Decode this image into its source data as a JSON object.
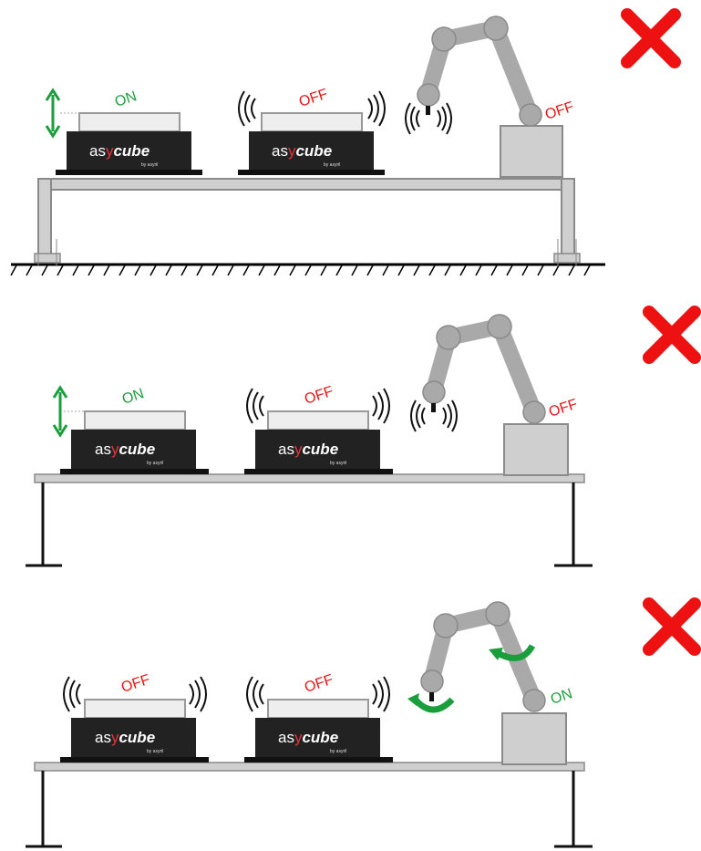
{
  "brand": {
    "prefix": "as",
    "y": "y",
    "suffix": "cube",
    "sub": "by asyril"
  },
  "colors": {
    "on": "#1a9e3c",
    "off": "#ee1111",
    "feeder_body": "#222222",
    "platform": "#eeeeee",
    "robot": "#a9a9a9",
    "table": "#cfcfcf",
    "cross": "#ee1111"
  },
  "scenarios": [
    {
      "support": "frame-on-ground",
      "result_icon": "cross-icon",
      "feeder1": {
        "status": "ON",
        "state": "on",
        "motion": "vertical-arrow-icon"
      },
      "feeder2": {
        "status": "OFF",
        "state": "off",
        "motion": "vibration-waves-icon"
      },
      "robot": {
        "status": "OFF",
        "state": "off",
        "motion": "vibration-waves-icon"
      }
    },
    {
      "support": "table-with-legs",
      "result_icon": "cross-icon",
      "feeder1": {
        "status": "ON",
        "state": "on",
        "motion": "vertical-arrow-icon"
      },
      "feeder2": {
        "status": "OFF",
        "state": "off",
        "motion": "vibration-waves-icon"
      },
      "robot": {
        "status": "OFF",
        "state": "off",
        "motion": "vibration-waves-icon"
      }
    },
    {
      "support": "table-with-legs",
      "result_icon": "cross-icon",
      "feeder1": {
        "status": "OFF",
        "state": "off",
        "motion": "vibration-waves-icon"
      },
      "feeder2": {
        "status": "OFF",
        "state": "off",
        "motion": "vibration-waves-icon"
      },
      "robot": {
        "status": "ON",
        "state": "on",
        "motion": "rotation-arrows-icon"
      }
    }
  ]
}
